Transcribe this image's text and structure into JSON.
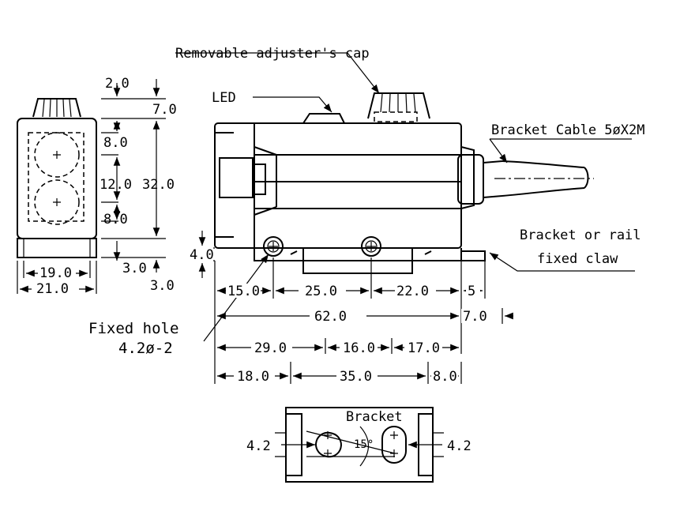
{
  "labels": {
    "adjuster_cap": "Removable adjuster's cap",
    "led": "LED",
    "bracket_cable": "Bracket Cable 5øX2M",
    "bracket_rail_line1": "Bracket or rail",
    "bracket_rail_line2": "fixed claw",
    "fixed_hole_line1": "Fixed hole",
    "fixed_hole_line2": "4.2ø-2",
    "bracket": "Bracket",
    "angle": "15°"
  },
  "side_view_dims": {
    "top_cap": "2.0",
    "cap_height": "7.0",
    "lens_top": "8.0",
    "lens_gap": "12.0",
    "total_height": "32.0",
    "lens_bottom": "8.0",
    "inner_width": "19.0",
    "outer_width": "21.0",
    "foot": "3.0",
    "foot_right": "3.0"
  },
  "front_view_dims": {
    "mount_height": "4.0",
    "hole_left": "15.0",
    "hole_spacing": "25.0",
    "hole_right": "22.0",
    "total_length": "62.0",
    "claw": "5",
    "claw_offset": "7.0",
    "seg_a": "29.0",
    "seg_b": "16.0",
    "seg_c": "17.0",
    "seg_d": "18.0",
    "seg_e": "35.0",
    "seg_f": "8.0"
  },
  "bracket_view_dims": {
    "slot_left": "4.2",
    "slot_right": "4.2"
  }
}
